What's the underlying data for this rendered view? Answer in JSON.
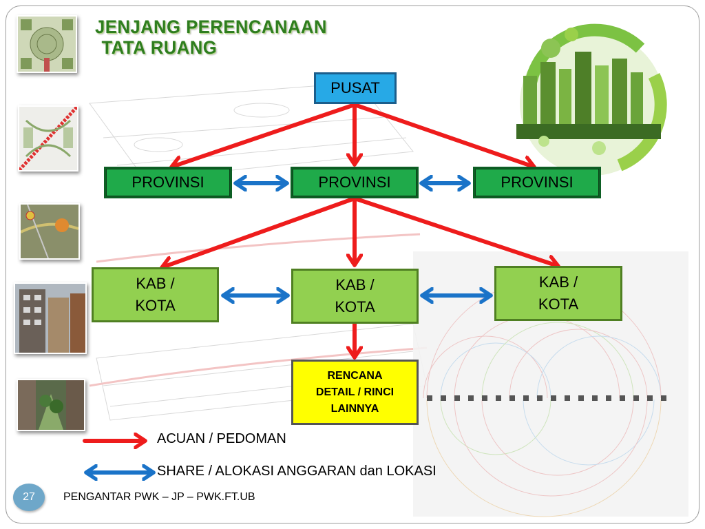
{
  "title": {
    "line1": "JENJANG PERENCANAAN",
    "line2": "TATA RUANG"
  },
  "levels": {
    "pusat": "PUSAT",
    "provinsi": [
      "PROVINSI",
      "PROVINSI",
      "PROVINSI"
    ],
    "kab_kota": [
      {
        "line1": "KAB /",
        "line2": "KOTA"
      },
      {
        "line1": "KAB /",
        "line2": "KOTA"
      },
      {
        "line1": "KAB /",
        "line2": "KOTA"
      }
    ],
    "rencana": {
      "line1": "RENCANA",
      "line2": "DETAIL / RINCI",
      "line3": "LAINNYA"
    }
  },
  "legend": {
    "red_arrow": "ACUAN / PEDOMAN",
    "blue_arrow_main": "SHARE / ALOKASI ANGGARAN",
    "blue_arrow_suffix": "dan LOKASI"
  },
  "footer": {
    "page_number": "27",
    "text": "PENGANTAR PWK – JP – PWK.FT.UB"
  },
  "colors": {
    "acuan_arrow": "#ee1c1c",
    "share_arrow": "#1a73c8",
    "pusat_fill": "#27a9e6",
    "provinsi_fill": "#1faa4a",
    "kab_fill": "#92d050",
    "rencana_fill": "#ffff00",
    "title_color": "#2e7d1f"
  }
}
